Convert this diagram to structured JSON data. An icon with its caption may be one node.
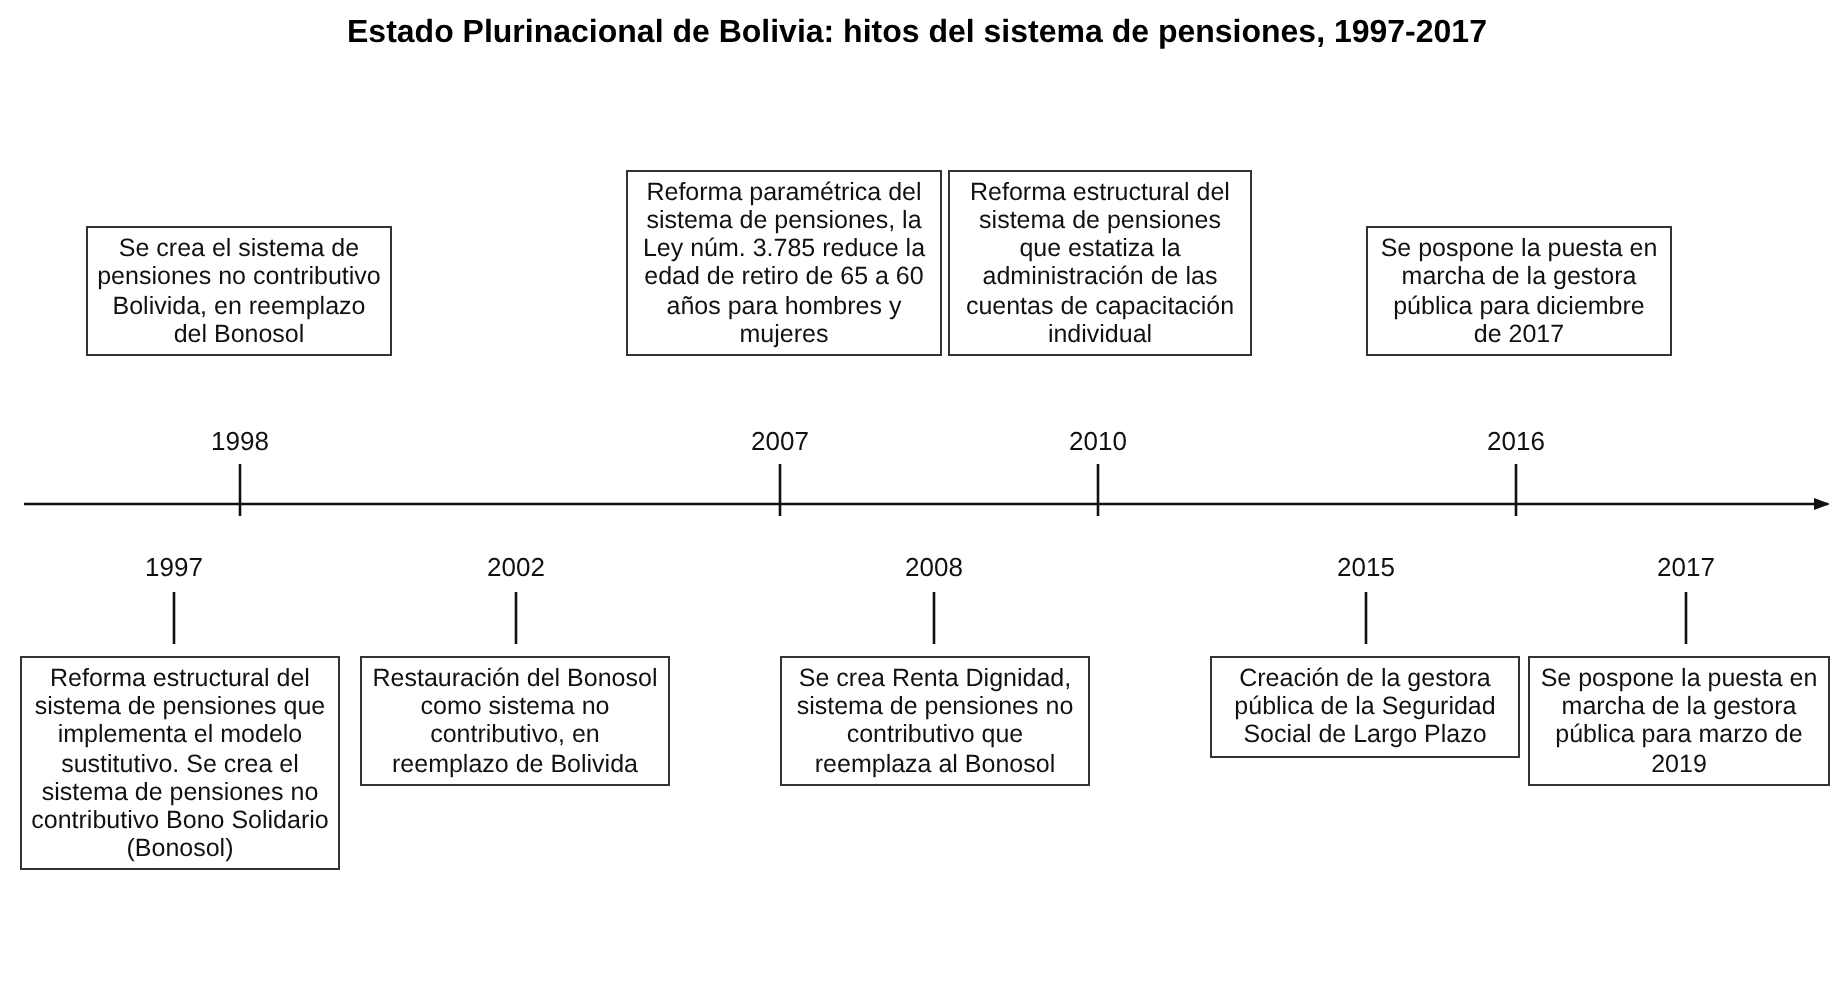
{
  "diagram": {
    "title": "Estado Plurinacional de Bolivia: hitos del sistema de pensiones, 1997-2017",
    "nodes": [
      {
        "text": [
          "Reforma estructural del sistema de pensiones que implementa el modelo sustitutivo. Se crea el sistema de pensiones no contributivo Bono Solidario (Bonosol)"
        ],
        "beside": [
          "1997"
        ]
      },
      {
        "text": [
          "Se crea el sistema de pensiones no contributivo Bolivida, en reemplazo del Bonosol"
        ],
        "beside": [
          "1998"
        ]
      },
      {
        "text": [
          "Restauración del Bonosol como sistema no contributivo, en reemplazo de Bolivida"
        ],
        "beside": [
          "2002"
        ]
      },
      {
        "text": [
          "Reforma paramétrica del sistema de pensiones, la Ley núm. 3.785 reduce la edad de retiro de 65 a 60 años para hombres y mujeres"
        ],
        "beside": [
          "2007"
        ]
      },
      {
        "text": [
          "Se crea Renta Dignidad, sistema de pensiones no contributivo que reemplaza al Bonosol"
        ],
        "beside": [
          "2008"
        ]
      },
      {
        "text": [
          "Reforma estructural del sistema de pensiones que estatiza la administración de las cuentas de capacitación individual"
        ],
        "beside": [
          "2010"
        ]
      },
      {
        "text": [
          "Creación de la gestora pública de la Seguridad Social de Largo Plazo"
        ],
        "beside": [
          "2015"
        ]
      },
      {
        "text": [
          "Se pospone la puesta en marcha de la gestora pública para diciembre de 2017"
        ],
        "beside": [
          "2016"
        ]
      },
      {
        "text": [
          "Se pospone la puesta en marcha de la gestora pública para marzo de 2019"
        ],
        "beside": [
          "2017"
        ]
      }
    ]
  }
}
